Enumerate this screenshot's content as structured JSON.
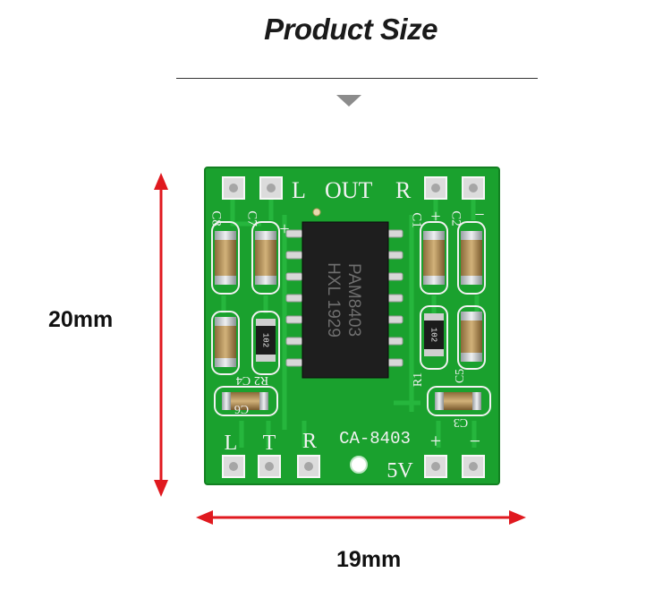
{
  "header": {
    "title": "Product Size"
  },
  "dimensions": {
    "height": "20mm",
    "width": "19mm"
  },
  "board": {
    "silkscreen": {
      "L": "L",
      "OUT": "OUT",
      "R": "R",
      "C8": "C8",
      "C7": "C7",
      "C1": "C1",
      "C2": "C2",
      "plus": "+",
      "minus": "−",
      "chip_line1": "PAM8403",
      "chip_line2": "HXL 1929",
      "R2": "R2",
      "C4": "C4",
      "R1": "R1",
      "C5": "C5",
      "C6": "C6",
      "C3": "C3",
      "r102": "102",
      "model": "CA-8403",
      "L_in": "L",
      "T_in": "T",
      "R_in": "R",
      "plus_in": "+",
      "minus_in": "−",
      "power": "5V"
    }
  },
  "colors": {
    "pcb_green": "#1aa12e",
    "silk_white": "#f2f2f2",
    "arrow_red": "#e0191f",
    "title_text": "#1a1a1a"
  }
}
